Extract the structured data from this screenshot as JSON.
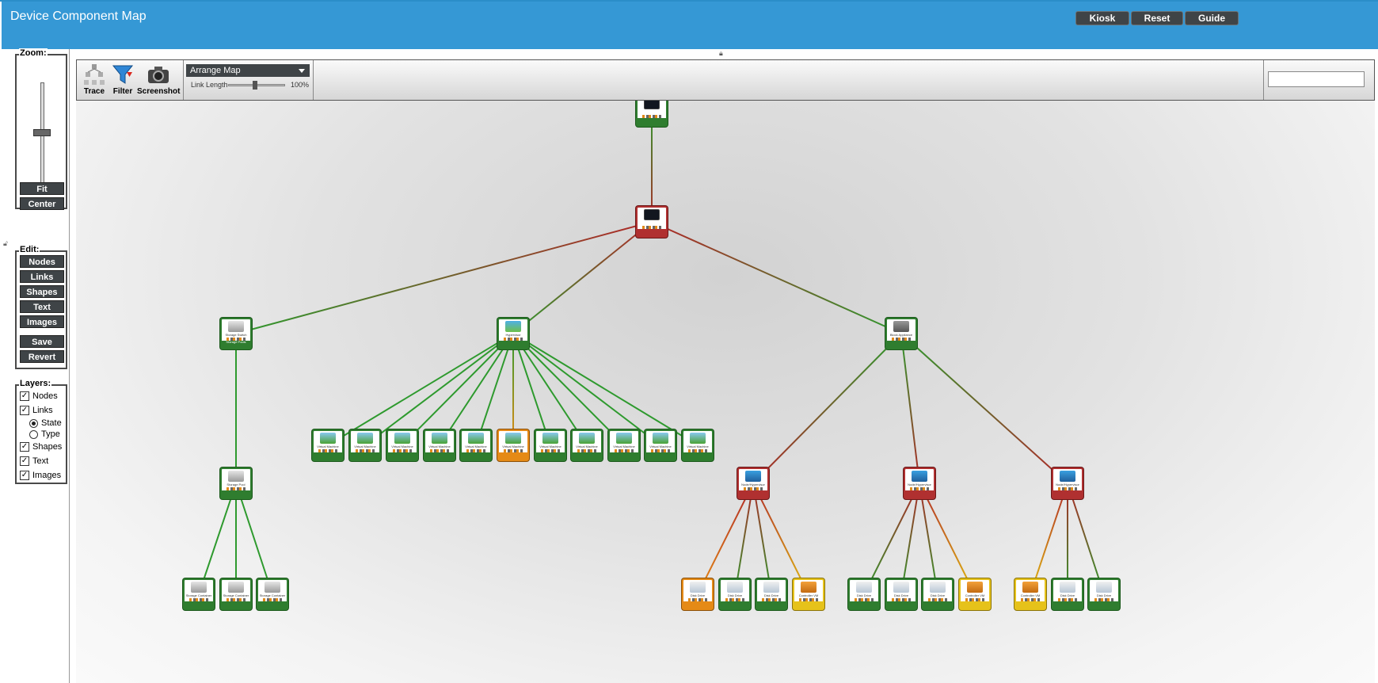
{
  "header": {
    "title": "Device Component Map",
    "buttons": {
      "kiosk": "Kiosk",
      "reset": "Reset",
      "guide": "Guide"
    }
  },
  "left_panel": {
    "zoom": {
      "legend": "Zoom:",
      "fit": "Fit",
      "center": "Center"
    },
    "edit": {
      "legend": "Edit:",
      "nodes": "Nodes",
      "links": "Links",
      "shapes": "Shapes",
      "text": "Text",
      "images": "Images",
      "save": "Save",
      "revert": "Revert"
    },
    "layers": {
      "legend": "Layers:",
      "nodes": "Nodes",
      "links": "Links",
      "state": "State",
      "type": "Type",
      "shapes": "Shapes",
      "text": "Text",
      "images": "Images"
    }
  },
  "toolbar": {
    "trace": "Trace",
    "filter": "Filter",
    "screenshot": "Screenshot",
    "arrange": "Arrange Map",
    "link_length_label": "Link Length",
    "link_length_value": "100%",
    "search_value": ""
  },
  "map": {
    "nodes": [
      {
        "id": "root",
        "type": "",
        "label": "",
        "status": "green",
        "icon": "nutanix-cluster-icon"
      },
      {
        "id": "cluster",
        "type": "",
        "label": "",
        "status": "red",
        "icon": "nutanix-cluster-icon"
      },
      {
        "id": "sp-sw",
        "type": "Storage Switch",
        "label": "Storage Pools",
        "status": "green",
        "icon": "storage-icon"
      },
      {
        "id": "vm-host",
        "type": "Hypervisor",
        "label": "",
        "status": "green",
        "icon": "hypervisor-icon"
      },
      {
        "id": "appliance",
        "type": "Block Appliance",
        "label": "",
        "status": "green",
        "icon": "appliance-icon"
      },
      {
        "id": "pool",
        "type": "Storage Pool",
        "label": "",
        "status": "green",
        "icon": "storage-icon"
      },
      {
        "id": "vm1",
        "type": "Virtual Machine",
        "label": "",
        "status": "green",
        "icon": "vm-icon"
      },
      {
        "id": "vm2",
        "type": "Virtual Machine",
        "label": "",
        "status": "green",
        "icon": "vm-icon"
      },
      {
        "id": "vm3",
        "type": "Virtual Machine",
        "label": "",
        "status": "green",
        "icon": "vm-icon"
      },
      {
        "id": "vm4",
        "type": "Virtual Machine",
        "label": "",
        "status": "green",
        "icon": "vm-icon"
      },
      {
        "id": "vm5",
        "type": "Virtual Machine",
        "label": "",
        "status": "green",
        "icon": "vm-icon"
      },
      {
        "id": "vm6",
        "type": "Virtual Machine",
        "label": "",
        "status": "orange",
        "icon": "vm-icon"
      },
      {
        "id": "vm7",
        "type": "Virtual Machine",
        "label": "",
        "status": "green",
        "icon": "vm-icon"
      },
      {
        "id": "vm8",
        "type": "Virtual Machine",
        "label": "",
        "status": "green",
        "icon": "vm-icon"
      },
      {
        "id": "vm9",
        "type": "Virtual Machine",
        "label": "",
        "status": "green",
        "icon": "vm-icon"
      },
      {
        "id": "vm10",
        "type": "Virtual Machine",
        "label": "",
        "status": "green",
        "icon": "vm-icon"
      },
      {
        "id": "vm11",
        "type": "Virtual Machine",
        "label": "",
        "status": "green",
        "icon": "vm-icon"
      },
      {
        "id": "ne1",
        "type": "Node/Hypervisor",
        "label": "",
        "status": "red",
        "icon": "node-icon"
      },
      {
        "id": "ne2",
        "type": "Node/Hypervisor",
        "label": "",
        "status": "red",
        "icon": "node-icon"
      },
      {
        "id": "ne3",
        "type": "Node/Hypervisor",
        "label": "",
        "status": "red",
        "icon": "node-icon"
      },
      {
        "id": "sc1",
        "type": "Storage Container",
        "label": "",
        "status": "green",
        "icon": "storage-icon"
      },
      {
        "id": "sc2",
        "type": "Storage Container",
        "label": "",
        "status": "green",
        "icon": "storage-icon"
      },
      {
        "id": "sc3",
        "type": "Storage Container",
        "label": "",
        "status": "green",
        "icon": "storage-icon"
      },
      {
        "id": "d1",
        "type": "Disk Drive",
        "label": "",
        "status": "orange",
        "icon": "disk-icon"
      },
      {
        "id": "d2",
        "type": "Disk Drive",
        "label": "",
        "status": "green",
        "icon": "disk-icon"
      },
      {
        "id": "d3",
        "type": "Disk Drive",
        "label": "",
        "status": "green",
        "icon": "disk-icon"
      },
      {
        "id": "c1",
        "type": "Controller VM",
        "label": "",
        "status": "yellow",
        "icon": "controller-vm-icon"
      },
      {
        "id": "d4",
        "type": "Disk Drive",
        "label": "",
        "status": "green",
        "icon": "disk-icon"
      },
      {
        "id": "d5",
        "type": "Disk Drive",
        "label": "",
        "status": "green",
        "icon": "disk-icon"
      },
      {
        "id": "d6",
        "type": "Disk Drive",
        "label": "",
        "status": "green",
        "icon": "disk-icon"
      },
      {
        "id": "c2",
        "type": "Controller VM",
        "label": "",
        "status": "yellow",
        "icon": "controller-vm-icon"
      },
      {
        "id": "c3",
        "type": "Controller VM",
        "label": "",
        "status": "yellow",
        "icon": "controller-vm-icon"
      },
      {
        "id": "d7",
        "type": "Disk Drive",
        "label": "",
        "status": "green",
        "icon": "disk-icon"
      },
      {
        "id": "d8",
        "type": "Disk Drive",
        "label": "",
        "status": "green",
        "icon": "disk-icon"
      }
    ],
    "links": [
      [
        "root",
        "cluster",
        "green-red"
      ],
      [
        "cluster",
        "sp-sw",
        "red-green"
      ],
      [
        "cluster",
        "vm-host",
        "red-green"
      ],
      [
        "cluster",
        "appliance",
        "red-green"
      ],
      [
        "sp-sw",
        "pool",
        "green"
      ],
      [
        "pool",
        "sc1",
        "green"
      ],
      [
        "pool",
        "sc2",
        "green"
      ],
      [
        "pool",
        "sc3",
        "green"
      ],
      [
        "vm-host",
        "vm1",
        "green"
      ],
      [
        "vm-host",
        "vm2",
        "green"
      ],
      [
        "vm-host",
        "vm3",
        "green"
      ],
      [
        "vm-host",
        "vm4",
        "green"
      ],
      [
        "vm-host",
        "vm5",
        "green"
      ],
      [
        "vm-host",
        "vm6",
        "green-orange"
      ],
      [
        "vm-host",
        "vm7",
        "green"
      ],
      [
        "vm-host",
        "vm8",
        "green"
      ],
      [
        "vm-host",
        "vm9",
        "green"
      ],
      [
        "vm-host",
        "vm10",
        "green"
      ],
      [
        "vm-host",
        "vm11",
        "green"
      ],
      [
        "appliance",
        "ne1",
        "green-red"
      ],
      [
        "appliance",
        "ne2",
        "green-red"
      ],
      [
        "appliance",
        "ne3",
        "green-red"
      ],
      [
        "ne1",
        "d1",
        "red-orange"
      ],
      [
        "ne1",
        "d2",
        "red-green"
      ],
      [
        "ne1",
        "d3",
        "red-green"
      ],
      [
        "ne1",
        "c1",
        "red-yellow"
      ],
      [
        "ne2",
        "d4",
        "red-green"
      ],
      [
        "ne2",
        "d5",
        "red-green"
      ],
      [
        "ne2",
        "d6",
        "red-green"
      ],
      [
        "ne2",
        "c2",
        "red-yellow"
      ],
      [
        "ne3",
        "c3",
        "red-yellow"
      ],
      [
        "ne3",
        "d7",
        "red-green"
      ],
      [
        "ne3",
        "d8",
        "red-green"
      ]
    ],
    "colors": {
      "green": "#2e9a2e",
      "red": "#b02828",
      "orange": "#e48a12",
      "yellow": "#e0bb10",
      "header": "#3598d5"
    }
  }
}
